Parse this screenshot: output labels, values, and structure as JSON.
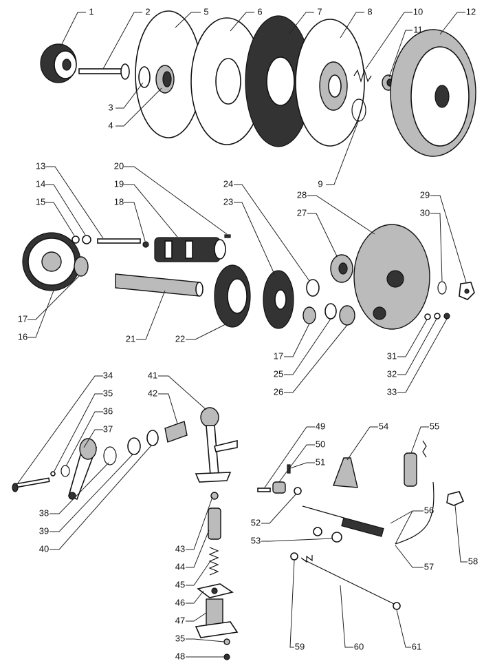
{
  "diagram": {
    "type": "exploded-parts-view",
    "labels": [
      "1",
      "2",
      "5",
      "6",
      "7",
      "8",
      "10",
      "11",
      "12",
      "3",
      "4",
      "9",
      "13",
      "14",
      "15",
      "20",
      "19",
      "18",
      "24",
      "23",
      "28",
      "27",
      "29",
      "30",
      "17",
      "16",
      "21",
      "22",
      "17",
      "25",
      "26",
      "31",
      "32",
      "33",
      "34",
      "35",
      "36",
      "37",
      "41",
      "42",
      "38",
      "39",
      "40",
      "43",
      "44",
      "45",
      "46",
      "47",
      "35",
      "48",
      "49",
      "50",
      "51",
      "54",
      "55",
      "52",
      "53",
      "56",
      "57",
      "58",
      "59",
      "60",
      "61"
    ]
  }
}
